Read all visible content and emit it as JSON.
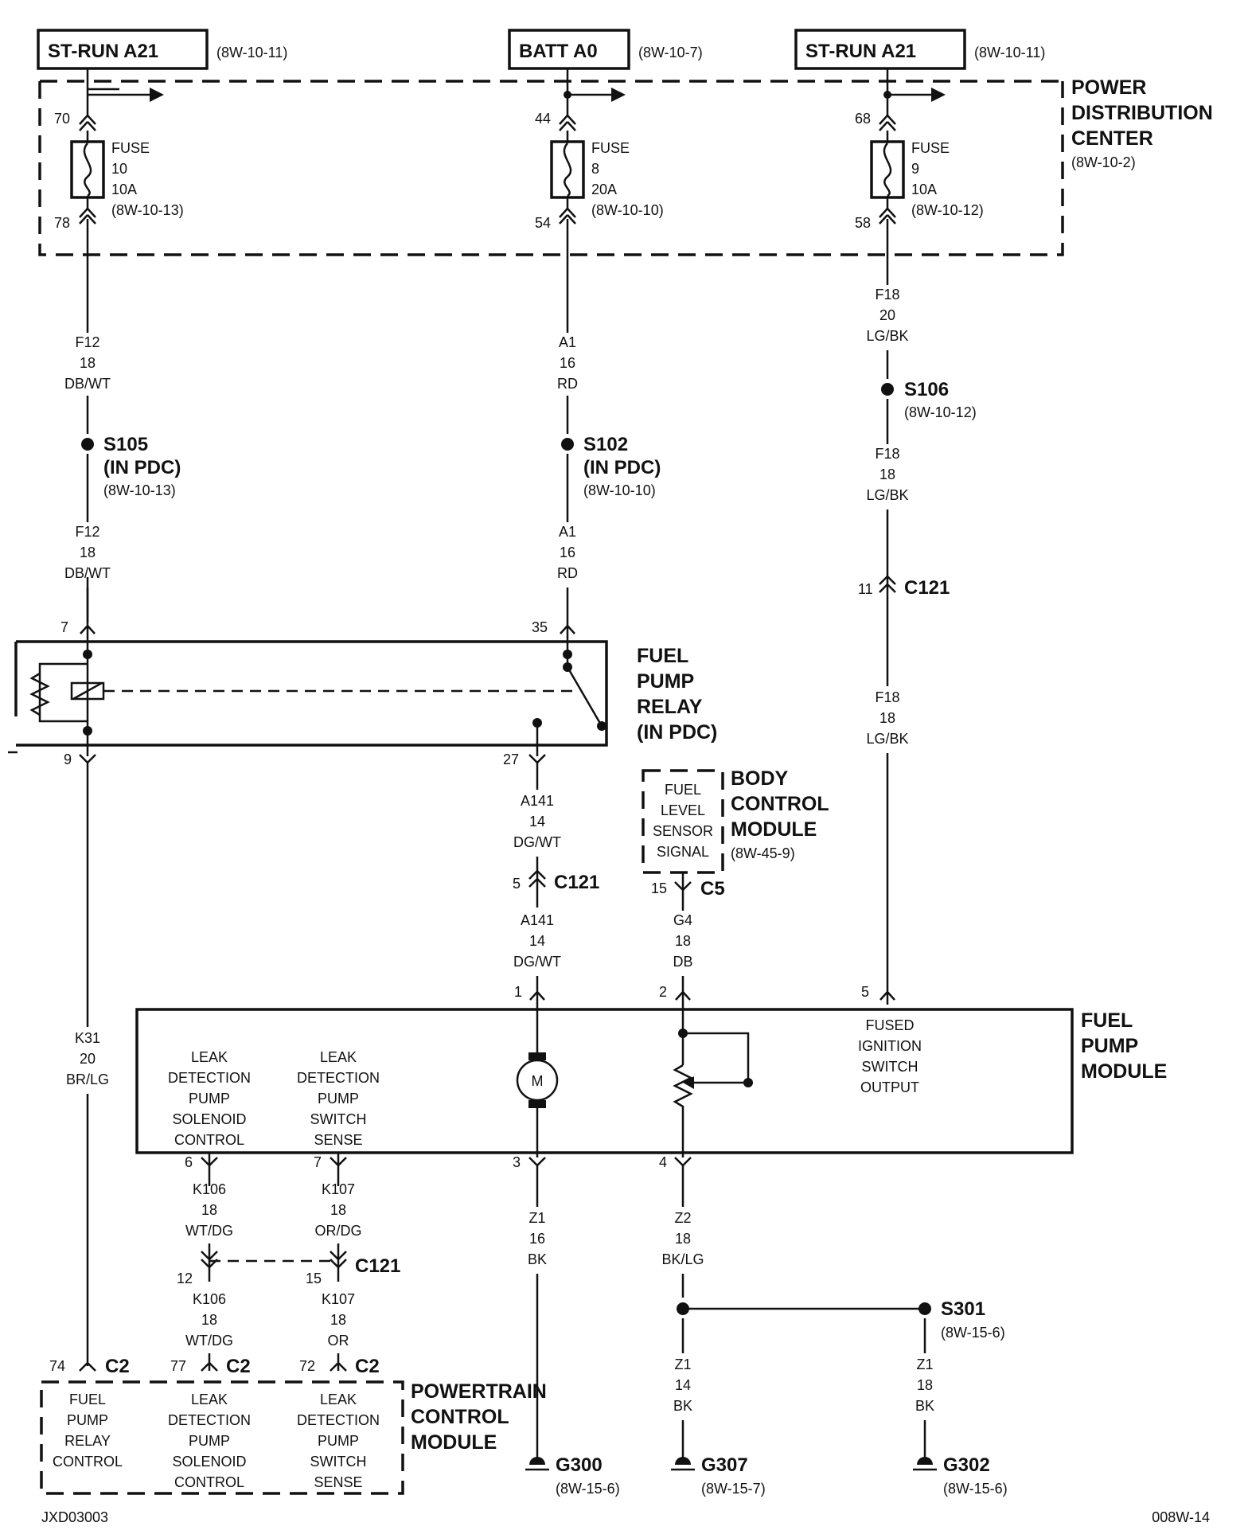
{
  "sources": {
    "left": {
      "name": "ST-RUN A21",
      "ref": "(8W-10-11)"
    },
    "center": {
      "name": "BATT A0",
      "ref": "(8W-10-7)"
    },
    "right": {
      "name": "ST-RUN A21",
      "ref": "(8W-10-11)"
    }
  },
  "pdc": {
    "line1": "POWER",
    "line2": "DISTRIBUTION",
    "line3": "CENTER",
    "ref": "(8W-10-2)"
  },
  "fuses": [
    {
      "in_pin": "70",
      "out_pin": "78",
      "l1": "FUSE",
      "l2": "10",
      "l3": "10A",
      "ref": "(8W-10-13)"
    },
    {
      "in_pin": "44",
      "out_pin": "54",
      "l1": "FUSE",
      "l2": "8",
      "l3": "20A",
      "ref": "(8W-10-10)"
    },
    {
      "in_pin": "68",
      "out_pin": "58",
      "l1": "FUSE",
      "l2": "9",
      "l3": "10A",
      "ref": "(8W-10-12)"
    }
  ],
  "wires": {
    "f12_a": {
      "c": "F12",
      "g": "18",
      "col": "DB/WT"
    },
    "f12_b": {
      "c": "F12",
      "g": "18",
      "col": "DB/WT"
    },
    "a1_a": {
      "c": "A1",
      "g": "16",
      "col": "RD"
    },
    "a1_b": {
      "c": "A1",
      "g": "16",
      "col": "RD"
    },
    "f18_a": {
      "c": "F18",
      "g": "20",
      "col": "LG/BK"
    },
    "f18_b": {
      "c": "F18",
      "g": "18",
      "col": "LG/BK"
    },
    "f18_c": {
      "c": "F18",
      "g": "18",
      "col": "LG/BK"
    },
    "a141_a": {
      "c": "A141",
      "g": "14",
      "col": "DG/WT"
    },
    "a141_b": {
      "c": "A141",
      "g": "14",
      "col": "DG/WT"
    },
    "g4": {
      "c": "G4",
      "g": "18",
      "col": "DB"
    },
    "k31": {
      "c": "K31",
      "g": "20",
      "col": "BR/LG"
    },
    "k106_a": {
      "c": "K106",
      "g": "18",
      "col": "WT/DG"
    },
    "k106_b": {
      "c": "K106",
      "g": "18",
      "col": "WT/DG"
    },
    "k107_a": {
      "c": "K107",
      "g": "18",
      "col": "OR/DG"
    },
    "k107_b": {
      "c": "K107",
      "g": "18",
      "col": "OR"
    },
    "z1_16": {
      "c": "Z1",
      "g": "16",
      "col": "BK"
    },
    "z2": {
      "c": "Z2",
      "g": "18",
      "col": "BK/LG"
    },
    "z1_14": {
      "c": "Z1",
      "g": "14",
      "col": "BK"
    },
    "z1_18": {
      "c": "Z1",
      "g": "18",
      "col": "BK"
    }
  },
  "splices": {
    "s105": {
      "id": "S105",
      "note": "(IN PDC)",
      "ref": "(8W-10-13)"
    },
    "s102": {
      "id": "S102",
      "note": "(IN PDC)",
      "ref": "(8W-10-10)"
    },
    "s106": {
      "id": "S106",
      "ref": "(8W-10-12)"
    },
    "s301": {
      "id": "S301",
      "ref": "(8W-15-6)"
    }
  },
  "connectors": {
    "c121": "C121",
    "c5": "C5",
    "c2": "C2"
  },
  "pins": {
    "p7": "7",
    "p35": "35",
    "p9": "9",
    "p27": "27",
    "p11": "11",
    "p5c121": "5",
    "p15c5": "15",
    "m1": "1",
    "m2": "2",
    "m5": "5",
    "m3": "3",
    "m4": "4",
    "m6": "6",
    "m7": "7",
    "k12": "12",
    "k15": "15",
    "pcm74": "74",
    "pcm77": "77",
    "pcm72": "72"
  },
  "relay": {
    "l1": "FUEL",
    "l2": "PUMP",
    "l3": "RELAY",
    "l4": "(IN PDC)"
  },
  "bcm": {
    "signal": [
      "FUEL",
      "LEVEL",
      "SENSOR",
      "SIGNAL"
    ],
    "l1": "BODY",
    "l2": "CONTROL",
    "l3": "MODULE",
    "ref": "(8W-45-9)"
  },
  "fuel_pump_module": {
    "l1": "FUEL",
    "l2": "PUMP",
    "l3": "MODULE",
    "motor": "M",
    "solenoid_ctrl": [
      "LEAK",
      "DETECTION",
      "PUMP",
      "SOLENOID",
      "CONTROL"
    ],
    "switch_sense": [
      "LEAK",
      "DETECTION",
      "PUMP",
      "SWITCH",
      "SENSE"
    ],
    "fused_output": [
      "FUSED",
      "IGNITION",
      "SWITCH",
      "OUTPUT"
    ]
  },
  "pcm": {
    "l1": "POWERTRAIN",
    "l2": "CONTROL",
    "l3": "MODULE",
    "relay_ctrl": [
      "FUEL",
      "PUMP",
      "RELAY",
      "CONTROL"
    ],
    "solenoid_ctrl": [
      "LEAK",
      "DETECTION",
      "PUMP",
      "SOLENOID",
      "CONTROL"
    ],
    "switch_sense": [
      "LEAK",
      "DETECTION",
      "PUMP",
      "SWITCH",
      "SENSE"
    ]
  },
  "grounds": [
    {
      "id": "G300",
      "ref": "(8W-15-6)"
    },
    {
      "id": "G307",
      "ref": "(8W-15-7)"
    },
    {
      "id": "G302",
      "ref": "(8W-15-6)"
    }
  ],
  "footer": {
    "left": "JXD03003",
    "right": "008W-14"
  }
}
